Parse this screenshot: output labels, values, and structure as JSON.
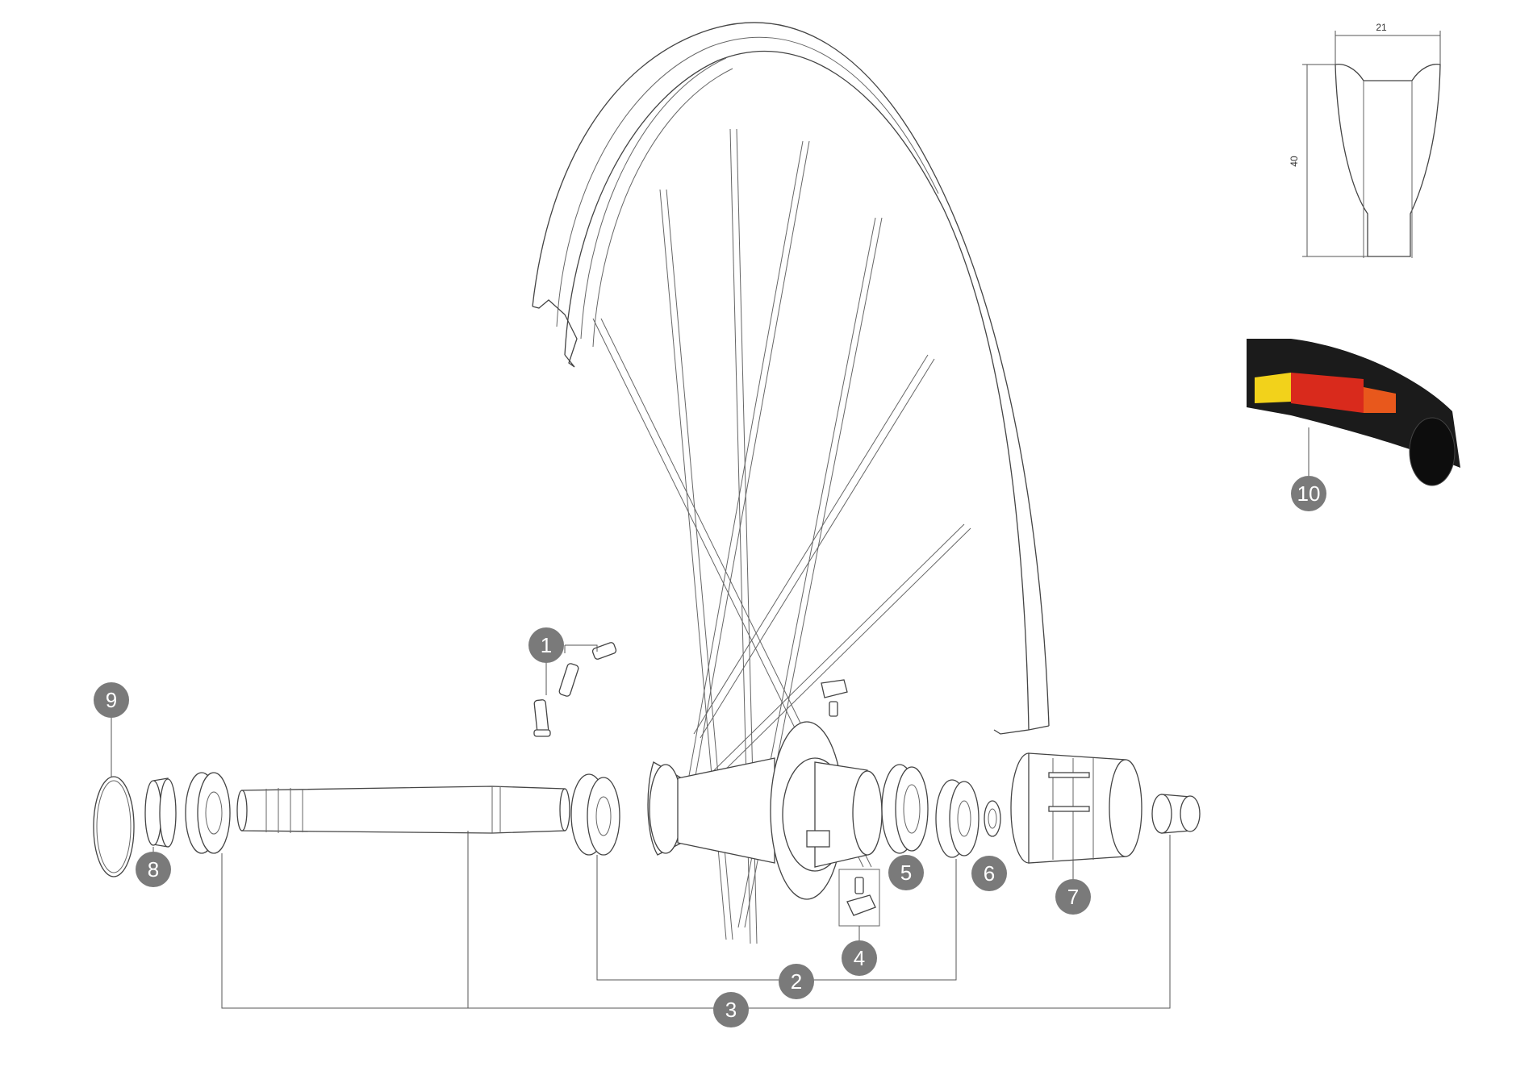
{
  "callouts": [
    {
      "id": "1",
      "label": "1"
    },
    {
      "id": "2",
      "label": "2"
    },
    {
      "id": "3",
      "label": "3"
    },
    {
      "id": "4",
      "label": "4"
    },
    {
      "id": "5",
      "label": "5"
    },
    {
      "id": "6",
      "label": "6"
    },
    {
      "id": "7",
      "label": "7"
    },
    {
      "id": "8",
      "label": "8"
    },
    {
      "id": "9",
      "label": "9"
    },
    {
      "id": "10",
      "label": "10"
    }
  ],
  "rim_profile": {
    "width_label": "21",
    "height_label": "40"
  },
  "tire": {
    "brand_colors": {
      "red": "#d92a1c",
      "yellow": "#f2d21b",
      "body": "#1b1b1b",
      "orange": "#e8581c"
    }
  }
}
